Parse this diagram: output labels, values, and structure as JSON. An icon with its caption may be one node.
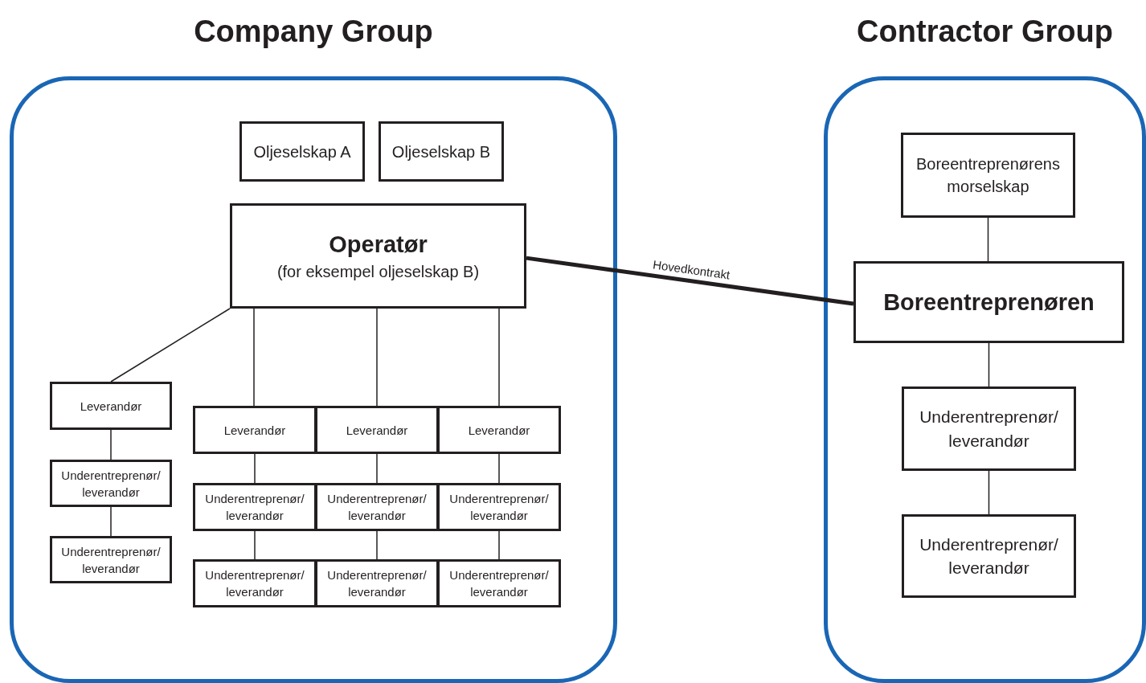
{
  "diagram": {
    "nodes": [
      {
        "text": [
          "Company Group"
        ]
      },
      {
        "text": [
          "Oljeselskap A"
        ],
        "in": 0
      },
      {
        "text": [
          "Oljeselskap B"
        ],
        "in": 0
      },
      {
        "text": [
          "Operatør",
          "(for eksempel oljeselskap B)"
        ],
        "in": 0
      },
      {
        "text": [
          "Leverandør"
        ],
        "in": 0
      },
      {
        "text": [
          "Underentreprenør/ leverandør"
        ],
        "in": 0
      },
      {
        "text": [
          "Underentreprenør/ leverandør"
        ],
        "in": 0
      },
      {
        "text": [
          "Leverandør"
        ],
        "in": 0
      },
      {
        "text": [
          "Leverandør"
        ],
        "in": 0
      },
      {
        "text": [
          "Leverandør"
        ],
        "in": 0
      },
      {
        "text": [
          "Underentreprenør/ leverandør"
        ],
        "in": 0
      },
      {
        "text": [
          "Underentreprenør/ leverandør"
        ],
        "in": 0
      },
      {
        "text": [
          "Underentreprenør/ leverandør"
        ],
        "in": 0
      },
      {
        "text": [
          "Underentreprenør/ leverandør"
        ],
        "in": 0
      },
      {
        "text": [
          "Underentreprenør/ leverandør"
        ],
        "in": 0
      },
      {
        "text": [
          "Underentreprenør/ leverandør"
        ],
        "in": 0
      },
      {
        "text": [
          "Contractor Group"
        ]
      },
      {
        "text": [
          "Boreentreprenørens morselskap"
        ],
        "in": 16
      },
      {
        "text": [
          "Boreentreprenøren"
        ],
        "in": 16
      },
      {
        "text": [
          "Underentreprenør/ leverandør"
        ],
        "in": 16
      },
      {
        "text": [
          "Underentreprenør/ leverandør"
        ],
        "in": 16
      }
    ],
    "edges": [
      {
        "from": 3,
        "to": 4,
        "arrow": "none"
      },
      {
        "from": 4,
        "to": 5,
        "arrow": "none"
      },
      {
        "from": 5,
        "to": 6,
        "arrow": "none"
      },
      {
        "from": 3,
        "to": 7,
        "arrow": "none"
      },
      {
        "from": 3,
        "to": 8,
        "arrow": "none"
      },
      {
        "from": 3,
        "to": 9,
        "arrow": "none"
      },
      {
        "from": 7,
        "to": 10,
        "arrow": "none"
      },
      {
        "from": 8,
        "to": 11,
        "arrow": "none"
      },
      {
        "from": 9,
        "to": 12,
        "arrow": "none"
      },
      {
        "from": 10,
        "to": 13,
        "arrow": "none"
      },
      {
        "from": 11,
        "to": 14,
        "arrow": "none"
      },
      {
        "from": 12,
        "to": 15,
        "arrow": "none"
      },
      {
        "from": 3,
        "to": 18,
        "arrow": "none",
        "label": "Hovedkontrakt",
        "style": "thick"
      },
      {
        "from": 17,
        "to": 18,
        "arrow": "none"
      },
      {
        "from": 18,
        "to": 19,
        "arrow": "none"
      },
      {
        "from": 19,
        "to": 20,
        "arrow": "none"
      }
    ]
  }
}
